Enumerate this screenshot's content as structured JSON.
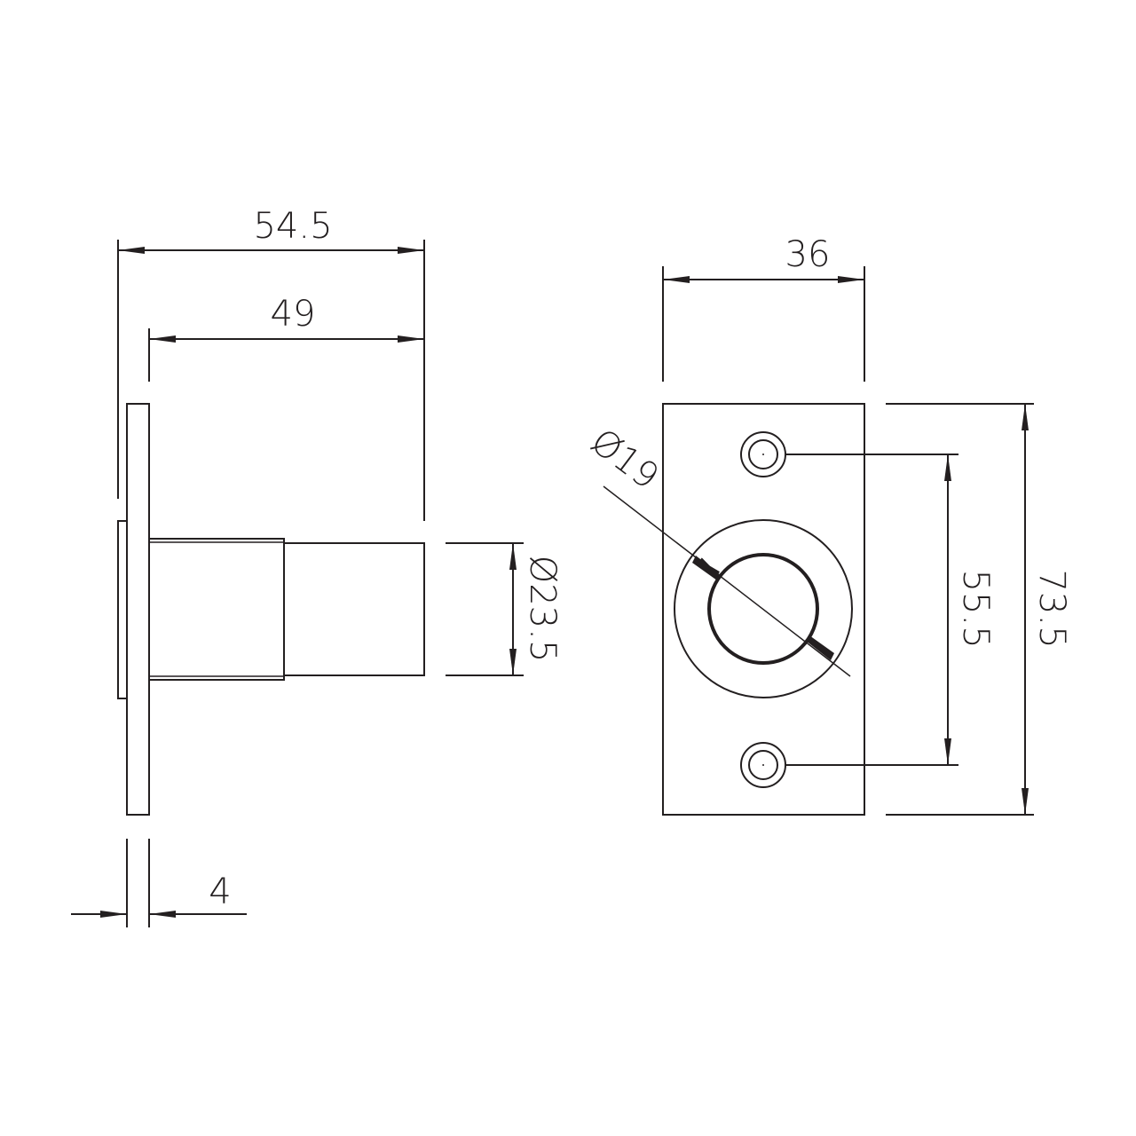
{
  "dimensions": {
    "overall_depth": "54.5",
    "projection": "49",
    "plate_width": "36",
    "plate_height": "73.5",
    "hole_spacing": "55.5",
    "tube_diameter": "Ø23.5",
    "bore_diameter": "Ø19",
    "plate_thickness": "4"
  },
  "line_color": "#231f20"
}
